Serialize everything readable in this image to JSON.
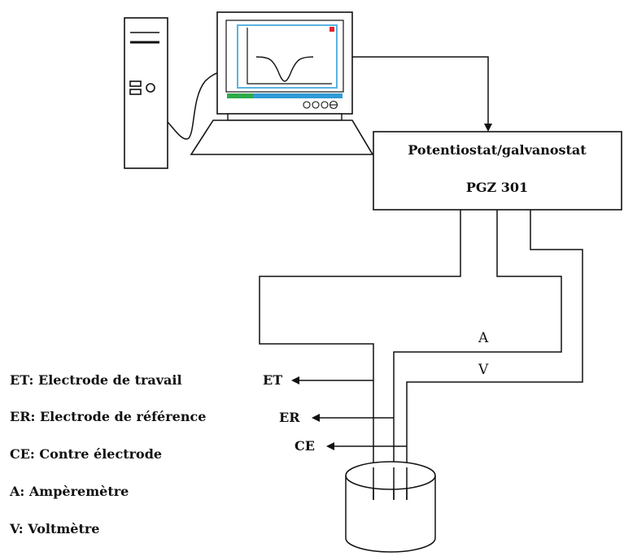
{
  "instrument": {
    "name": "Potentiostat/galvanostat",
    "model": "PGZ 301"
  },
  "wire_labels": {
    "ammeter": "A",
    "voltmeter": "V"
  },
  "electrode_labels": {
    "working": "ET",
    "reference": "ER",
    "counter": "CE"
  },
  "legend": [
    {
      "key": "ET",
      "text": "ET: Electrode de travail"
    },
    {
      "key": "ER",
      "text": "ER: Electrode de référence"
    },
    {
      "key": "CE",
      "text": "CE: Contre électrode"
    },
    {
      "key": "A",
      "text": "A: Ampèremètre"
    },
    {
      "key": "V",
      "text": "V: Voltmètre"
    }
  ],
  "colors": {
    "line": "#111111",
    "screen_frame": "#5ab4e0",
    "taskbar_green": "#2eaa4a",
    "taskbar_blue": "#2f9bd7",
    "screen_marker": "#e5232b"
  }
}
